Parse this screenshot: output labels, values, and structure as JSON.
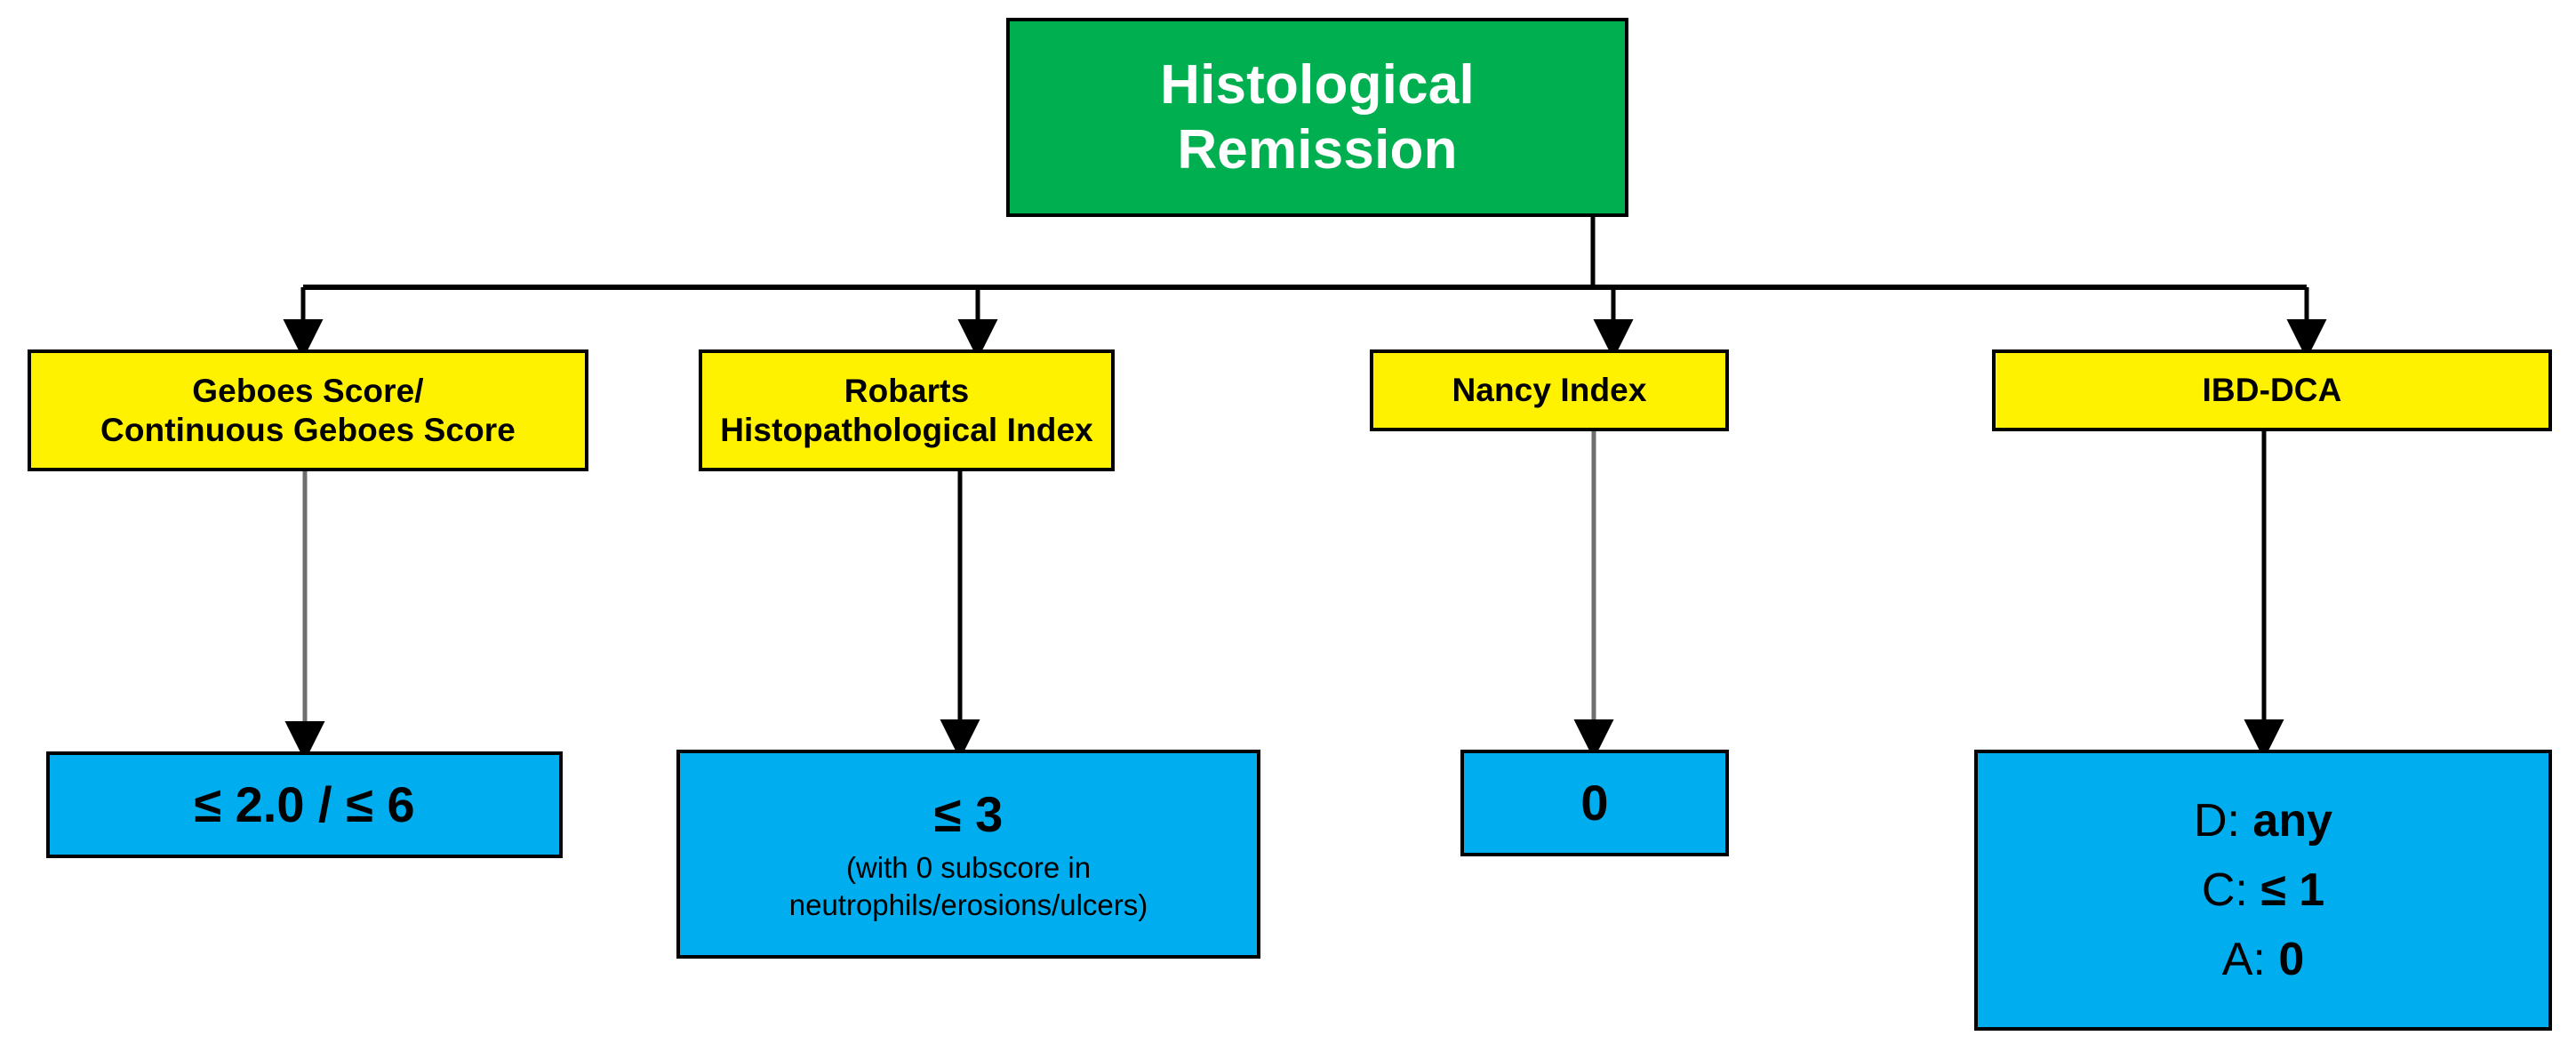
{
  "theme": {
    "green": "#00AF4F",
    "yellow": "#FFF200",
    "blue": "#00ADEF",
    "line": "#000000",
    "line_gray": "#7F7F7F",
    "text_on_green": "#FFFFFF",
    "text_dark": "#000000"
  },
  "root": {
    "title_line1": "Histological",
    "title_line2": "Remission"
  },
  "indices": [
    {
      "id": "geboes",
      "line1": "Geboes Score/",
      "line2": "Continuous Geboes Score"
    },
    {
      "id": "robarts",
      "line1": "Robarts",
      "line2": "Histopathological  Index"
    },
    {
      "id": "nancy",
      "line1": "Nancy Index",
      "line2": ""
    },
    {
      "id": "ibddca",
      "line1": "IBD-DCA",
      "line2": ""
    }
  ],
  "results": [
    {
      "id": "geboes-cutoff",
      "main": "≤ 2.0 / ≤ 6",
      "note_line1": "",
      "note_line2": ""
    },
    {
      "id": "robarts-cutoff",
      "main": "≤ 3",
      "note_line1": "(with 0 subscore in",
      "note_line2": "neutrophils/erosions/ulcers)"
    },
    {
      "id": "nancy-cutoff",
      "main": "0",
      "note_line1": "",
      "note_line2": ""
    },
    {
      "id": "ibddca-cutoff",
      "row1_label": "D:",
      "row1_value": "any",
      "row2_label": "C:",
      "row2_value": "≤ 1",
      "row3_label": "A:",
      "row3_value": "0"
    }
  ]
}
